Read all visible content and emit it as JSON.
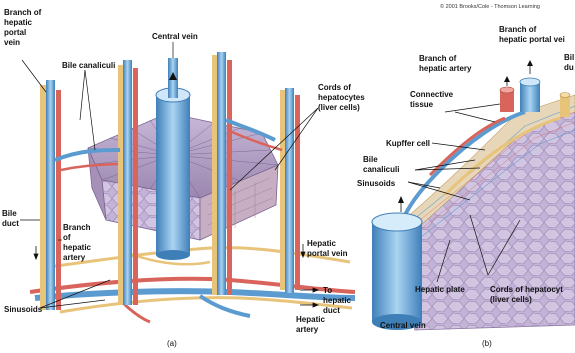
{
  "copyright": "© 2001 Brooks/Cole - Thomson Learning",
  "panel_a": {
    "caption": "(a)",
    "labels": {
      "branch_portal_vein": [
        "Branch of",
        "hepatic",
        "portal",
        "vein"
      ],
      "bile_canaliculi": "Bile canaliculi",
      "central_vein": "Central vein",
      "cords": [
        "Cords of",
        "hepatocytes",
        "(liver cells)"
      ],
      "bile_duct": [
        "Bile",
        "duct"
      ],
      "branch_hepatic_artery": [
        "Branch",
        "of",
        "hepatic",
        "artery"
      ],
      "sinusoids": "Sinusoids",
      "hepatic_portal_vein": [
        "Hepatic",
        "portal vein"
      ],
      "to_hepatic_duct": [
        "To",
        "hepatic",
        "duct"
      ],
      "hepatic_artery": [
        "Hepatic",
        "artery"
      ]
    }
  },
  "panel_b": {
    "caption": "(b)",
    "labels": {
      "branch_portal_vein": [
        "Branch of",
        "hepatic portal vei"
      ],
      "branch_hepatic_artery": [
        "Branch of",
        "hepatic artery"
      ],
      "bile_duct": [
        "Bil",
        "du"
      ],
      "connective_tissue": [
        "Connective",
        "tissue"
      ],
      "kupffer_cell": "Kupffer cell",
      "bile_canaliculi": [
        "Bile",
        "canaliculi"
      ],
      "sinusoids": "Sinusoids",
      "hepatic_plate": "Hepatic plate",
      "central_vein": "Central vein",
      "cords": [
        "Cords of hepatocyt",
        "(liver cells)"
      ]
    }
  },
  "colors": {
    "vein": "#5b9bd0",
    "vein_light": "#a9d1ee",
    "artery": "#d9645c",
    "bile": "#e8c37a",
    "tissue": "#b7a1c7",
    "tissue_dark": "#8d79a3"
  }
}
